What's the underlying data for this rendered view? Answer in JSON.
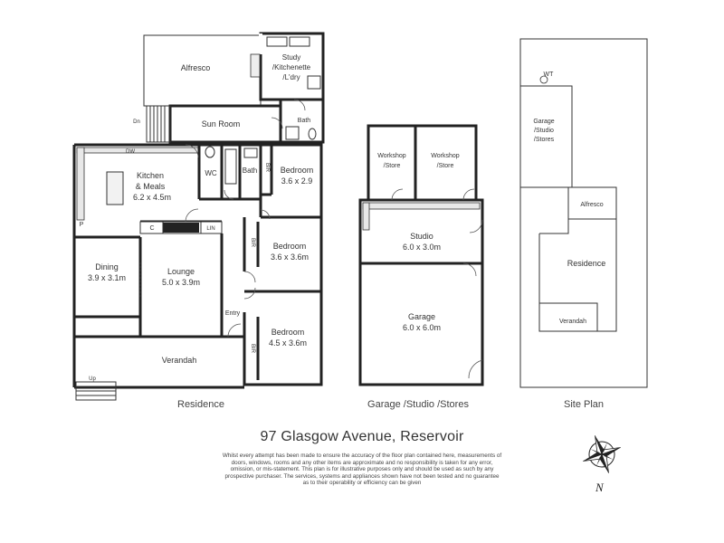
{
  "residence": {
    "caption": "Residence",
    "rooms": {
      "alfresco": "Alfresco",
      "study_l1": "Study",
      "study_l2": "/Kitchenette",
      "study_l3": "/L'dry",
      "sun_room": "Sun Room",
      "bath_top": "Bath",
      "kitchen_l1": "Kitchen",
      "kitchen_l2": "& Meals",
      "kitchen_dim": "6.2 x 4.5m",
      "wc": "WC",
      "bath": "Bath",
      "bedroom1": "Bedroom",
      "bedroom1_dim": "3.6 x 2.9",
      "bedroom2": "Bedroom",
      "bedroom2_dim": "3.6 x 3.6m",
      "bedroom3": "Bedroom",
      "bedroom3_dim": "4.5 x 3.6m",
      "dining": "Dining",
      "dining_dim": "3.9 x 3.1m",
      "lounge": "Lounge",
      "lounge_dim": "5.0 x 3.9m",
      "entry": "Entry",
      "verandah": "Verandah"
    },
    "fixtures": {
      "dn": "Dn",
      "up": "Up",
      "dw": "DW",
      "p": "P",
      "c": "C",
      "lin": "LIN",
      "bir": "BIR"
    }
  },
  "garage": {
    "caption": "Garage /Studio /Stores",
    "rooms": {
      "workshop1_l1": "Workshop",
      "workshop1_l2": "/Store",
      "workshop2_l1": "Workshop",
      "workshop2_l2": "/Store",
      "studio": "Studio",
      "studio_dim": "6.0 x 3.0m",
      "garage": "Garage",
      "garage_dim": "6.0 x 6.0m"
    }
  },
  "site_plan": {
    "caption": "Site Plan",
    "wt": "WT",
    "garage_l1": "Garage",
    "garage_l2": "/Studio",
    "garage_l3": "/Stores",
    "alfresco": "Alfresco",
    "residence": "Residence",
    "verandah": "Verandah"
  },
  "address": "97 Glasgow Avenue, Reservoir",
  "disclaimer": "Whilst every attempt has been made to ensure the accuracy of the floor plan contained here, measurements of doors, windows, rooms and any other items are approximate and no responsibility is taken for any error, omission, or mis-statement. This plan is for illustrative purposes only and should be used as such by any prospective purchaser. The services, systems and appliances shown have not been tested and no guarantee as to their operability or efficiency can be given",
  "compass": {
    "north_label": "N"
  }
}
